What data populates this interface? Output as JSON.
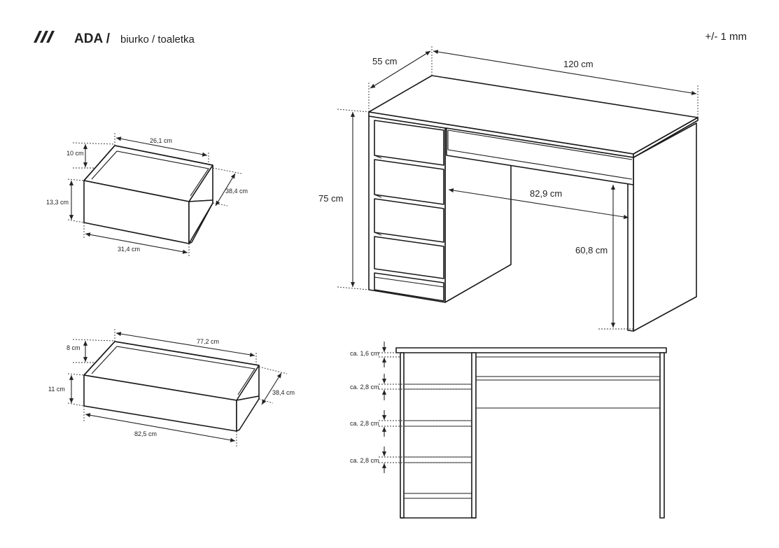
{
  "header": {
    "product": "ADA /",
    "subtitle": "biurko / toaletka",
    "tolerance": "+/- 1 mm"
  },
  "desk": {
    "depth": "55 cm",
    "width": "120 cm",
    "height": "75 cm",
    "clearance_width": "82,9 cm",
    "clearance_height": "60,8 cm"
  },
  "small_drawer": {
    "inner_width": "26,1 cm",
    "side_height": "10 cm",
    "front_height": "13,3 cm",
    "depth": "38,4 cm",
    "front_width": "31,4 cm"
  },
  "large_drawer": {
    "inner_width": "77,2 cm",
    "side_height": "8 cm",
    "front_height": "11 cm",
    "depth": "38,4 cm",
    "front_width": "82,5 cm"
  },
  "front_view": {
    "gaps": [
      "ca. 1,6 cm",
      "ca. 2,8 cm",
      "ca. 2,8 cm",
      "ca. 2,8 cm"
    ]
  }
}
